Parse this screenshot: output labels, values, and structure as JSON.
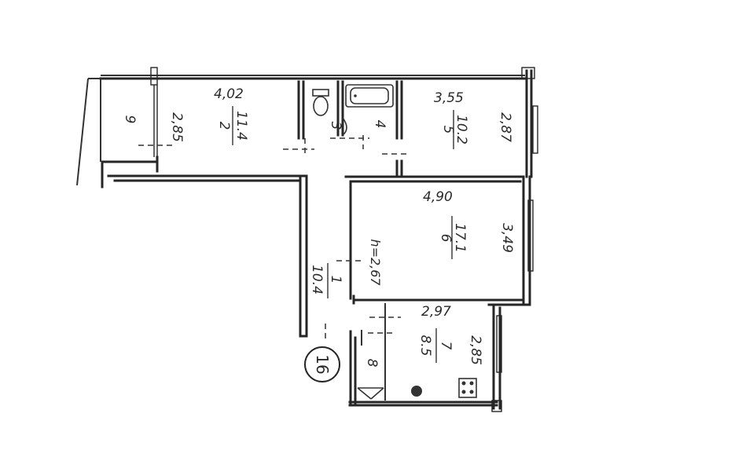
{
  "rooms": [
    {
      "id": "1",
      "area": "10.4"
    },
    {
      "id": "2",
      "area": "11.4"
    },
    {
      "id": "3",
      "area": ""
    },
    {
      "id": "4",
      "area": ""
    },
    {
      "id": "5",
      "area": "10.2"
    },
    {
      "id": "6",
      "area": "17.1"
    },
    {
      "id": "7",
      "area": "8.5"
    },
    {
      "id": "8",
      "area": ""
    },
    {
      "id": "9",
      "area": ""
    }
  ],
  "dimensions": {
    "room2_length": "4,02",
    "room2_width": "2,85",
    "room5_length": "3,55",
    "room5_width": "2,87",
    "room6_length": "4,90",
    "room6_width": "3,49",
    "room7_length": "2,97",
    "room7_width": "2,85"
  },
  "ceiling_height": "h=2,67",
  "unit_number": "16"
}
